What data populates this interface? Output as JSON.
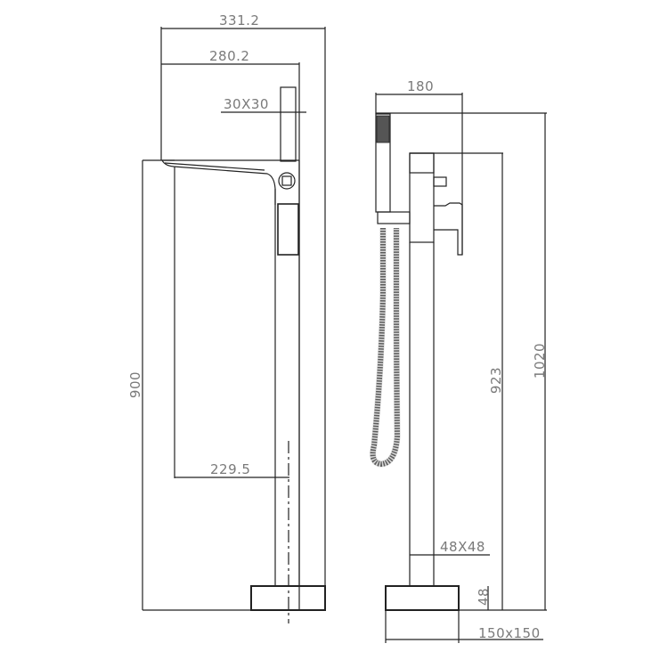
{
  "drawing": {
    "title": "Freestanding bath mixer with hand shower - dimension drawing",
    "line_color": "#222222",
    "dim_text_color": "#7a7a7a",
    "front_view": {
      "dimensions": {
        "overall_reach": "331.2",
        "spout_reach": "280.2",
        "top_tube": "30X30",
        "height_to_spout": "900",
        "spout_to_centre": "229.5"
      }
    },
    "side_view": {
      "dimensions": {
        "width": "180",
        "height_to_mixer": "923",
        "overall_height": "1020",
        "column": "48X48",
        "base_height": "48",
        "base_size": "150x150"
      }
    }
  }
}
